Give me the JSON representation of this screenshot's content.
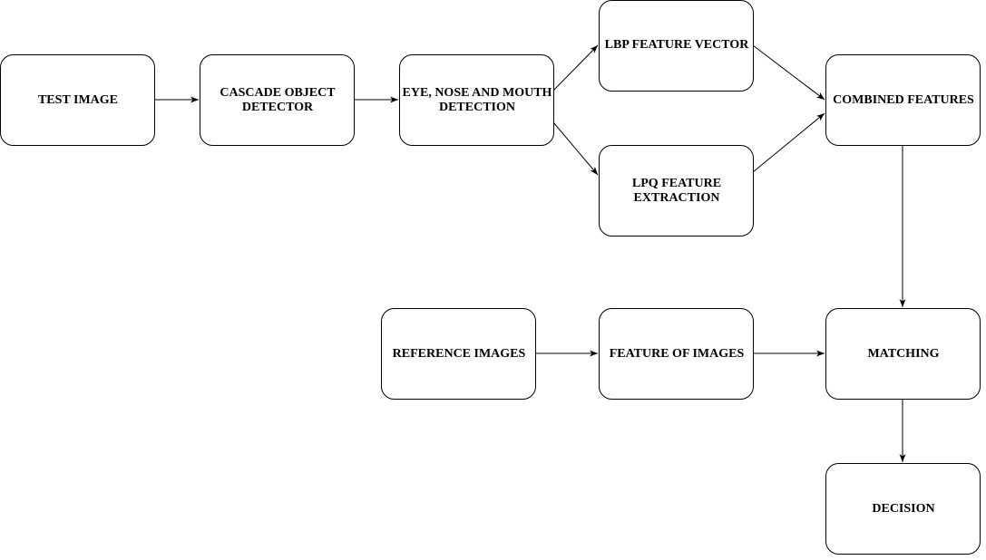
{
  "nodes": {
    "test_image": "TEST IMAGE",
    "cascade_detector": "CASCADE OBJECT DETECTOR",
    "eye_nose_mouth": "EYE, NOSE AND MOUTH DETECTION",
    "lbp_feature_vector": "LBP FEATURE VECTOR",
    "lpq_feature_extraction": "LPQ FEATURE EXTRACTION",
    "combined_features": "COMBINED FEATURES",
    "reference_images": "REFERENCE IMAGES",
    "feature_of_images": "FEATURE OF IMAGES",
    "matching": "MATCHING",
    "decision": "DECISION"
  },
  "edges": [
    {
      "from": "test_image",
      "to": "cascade_detector"
    },
    {
      "from": "cascade_detector",
      "to": "eye_nose_mouth"
    },
    {
      "from": "eye_nose_mouth",
      "to": "lbp_feature_vector"
    },
    {
      "from": "eye_nose_mouth",
      "to": "lpq_feature_extraction"
    },
    {
      "from": "lbp_feature_vector",
      "to": "combined_features"
    },
    {
      "from": "lpq_feature_extraction",
      "to": "combined_features"
    },
    {
      "from": "combined_features",
      "to": "matching"
    },
    {
      "from": "reference_images",
      "to": "feature_of_images"
    },
    {
      "from": "feature_of_images",
      "to": "matching"
    },
    {
      "from": "matching",
      "to": "decision"
    }
  ]
}
